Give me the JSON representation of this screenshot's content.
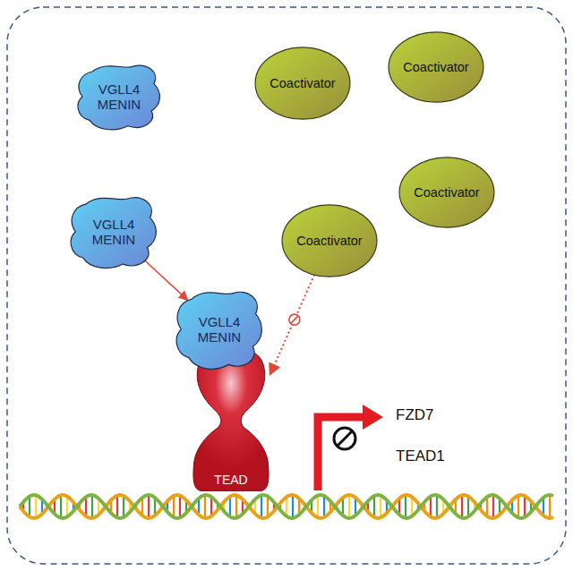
{
  "diagram": {
    "nodes": [
      {
        "text": [
          "Coactivator"
        ]
      },
      {
        "text": [
          "Coactivator"
        ]
      },
      {
        "text": [
          "VGLL4 MENIN"
        ]
      },
      {
        "text": [
          "Coactivator"
        ]
      },
      {
        "text": [
          "VGLL4 MENIN"
        ]
      },
      {
        "text": [
          "Coactivator"
        ]
      },
      {
        "text": [
          "VGLL4 MENIN"
        ]
      },
      {
        "text": [
          "TEAD"
        ]
      }
    ],
    "edges": [
      {
        "from": 4,
        "to": 6,
        "arrow": "to"
      },
      {
        "from": 5,
        "to": 7,
        "arrow": "to"
      }
    ],
    "labels": [
      "FZD7",
      "TEAD1"
    ]
  }
}
